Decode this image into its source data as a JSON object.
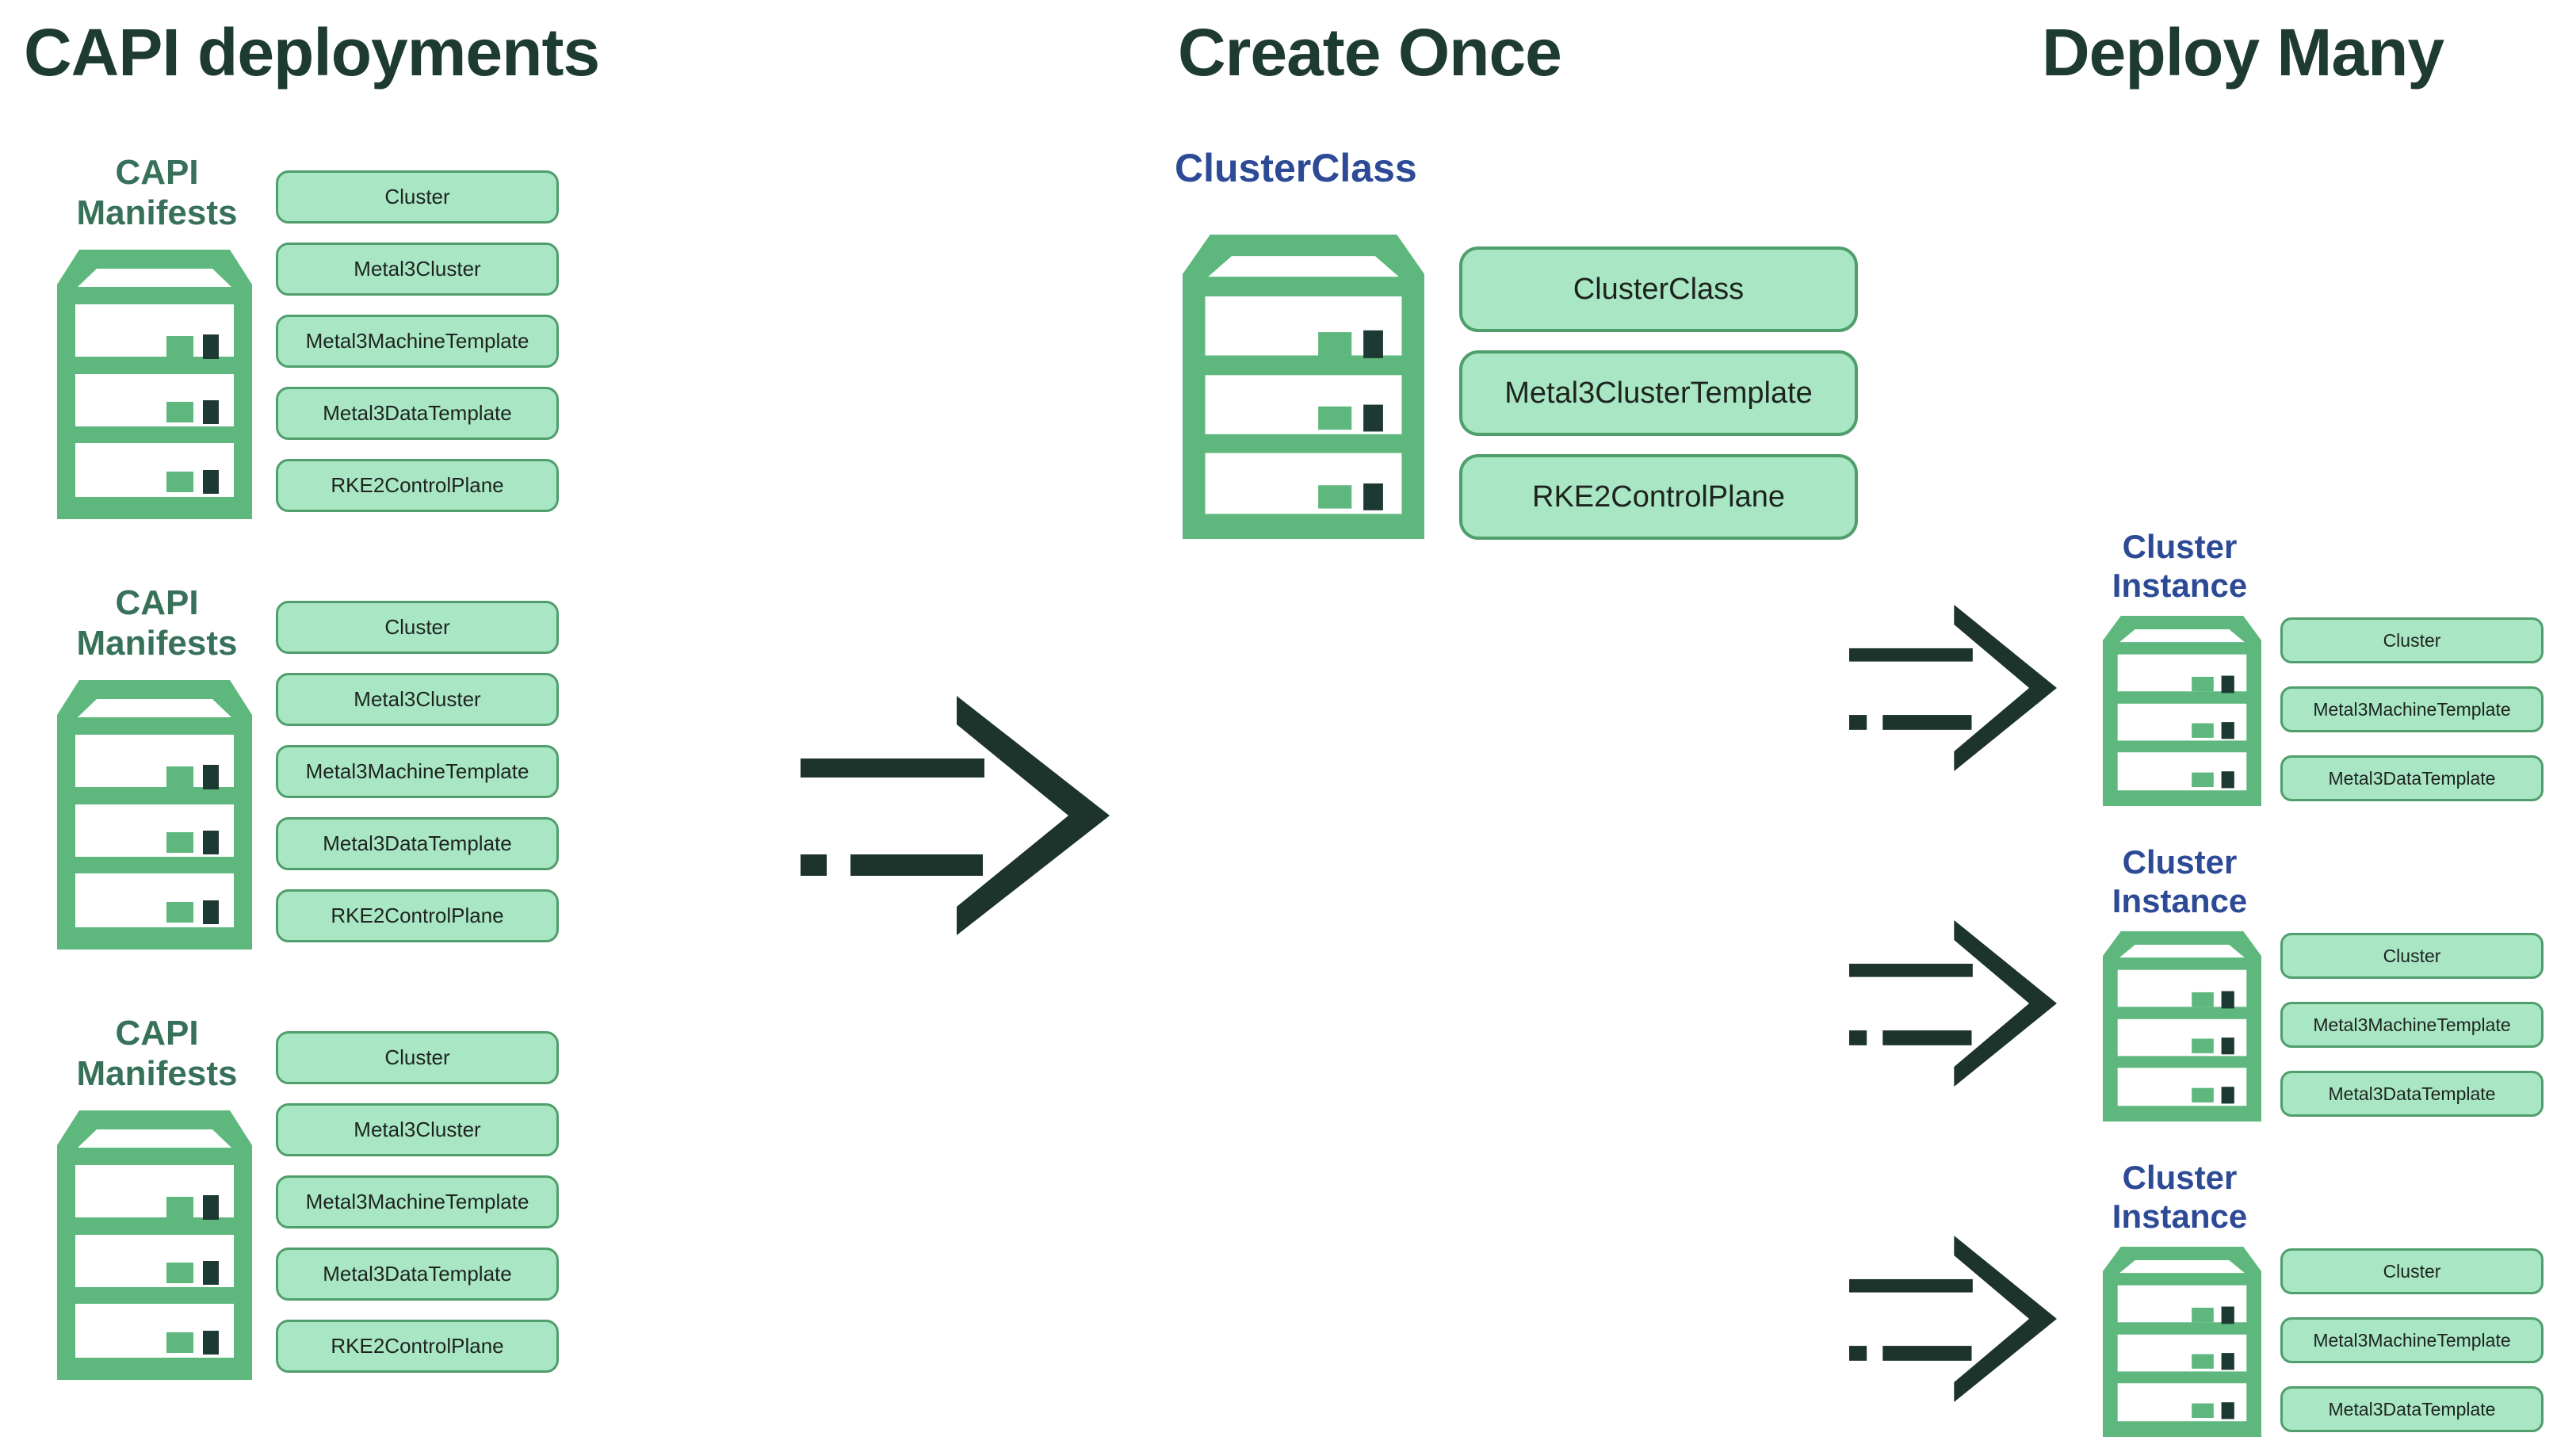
{
  "titles": {
    "left": "CAPI deployments",
    "middle": "Create Once",
    "right": "Deploy Many"
  },
  "left": {
    "group_label_line1": "CAPI",
    "group_label_line2": "Manifests",
    "pills": [
      "Cluster",
      "Metal3Cluster",
      "Metal3MachineTemplate",
      "Metal3DataTemplate",
      "RKE2ControlPlane"
    ]
  },
  "middle": {
    "heading": "ClusterClass",
    "pills": [
      "ClusterClass",
      "Metal3ClusterTemplate",
      "RKE2ControlPlane"
    ]
  },
  "right": {
    "instance_label_line1": "Cluster",
    "instance_label_line2": "Instance",
    "pills": [
      "Cluster",
      "Metal3MachineTemplate",
      "Metal3DataTemplate"
    ]
  },
  "icons": {
    "rack": "server-rack-icon",
    "arrow": "flow-arrow-right-icon"
  },
  "colors": {
    "title_text": "#1e3b33",
    "manifest_label_text": "#37715a",
    "instance_label_text": "#2c4a96",
    "rack_green": "#5eb87e",
    "rack_dark": "#1d3933",
    "pill_fill": "#a9e6c4",
    "pill_border": "#4f9e6b",
    "pill_text": "#1d2420",
    "arrow": "#1d342c",
    "background": "#ffffff"
  }
}
